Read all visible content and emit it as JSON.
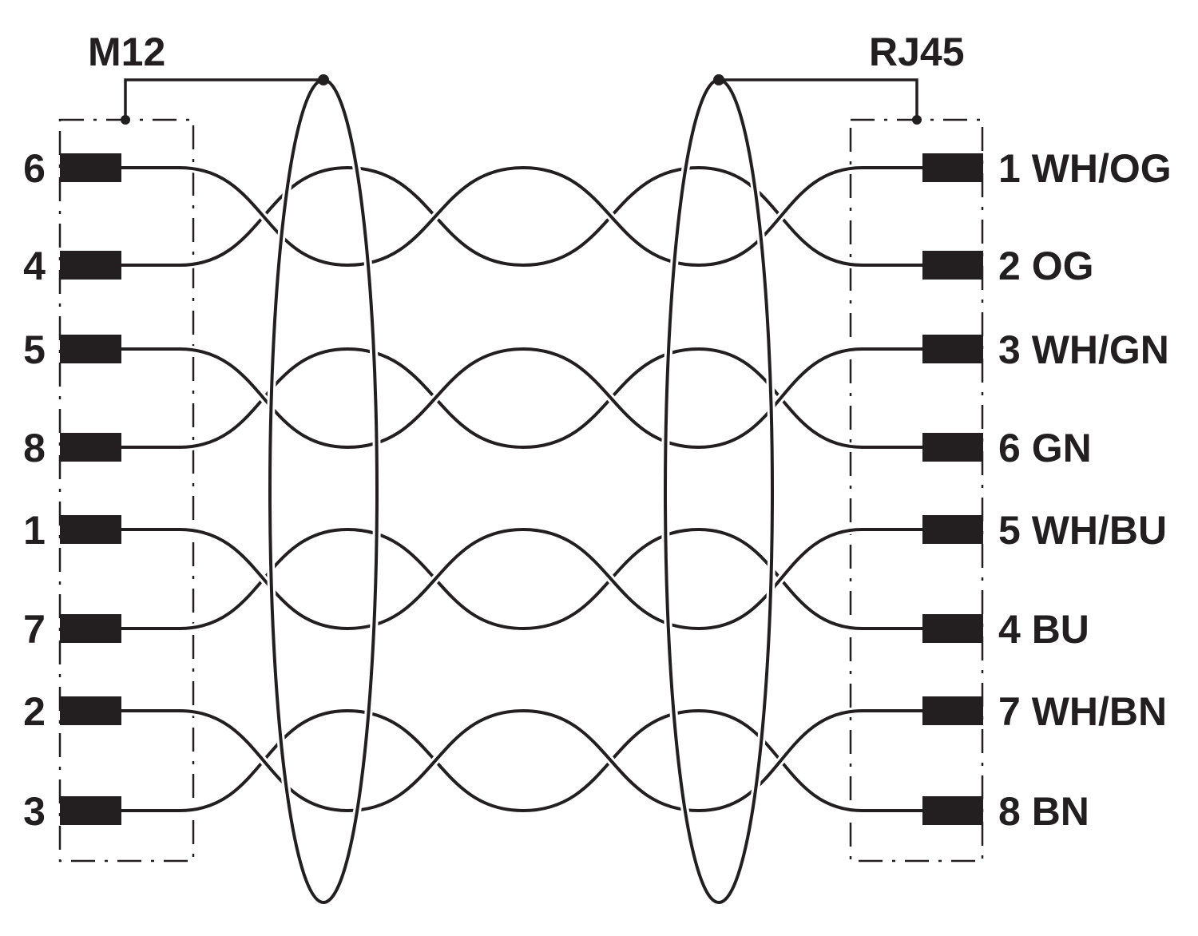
{
  "connectors": {
    "left": {
      "title": "M12"
    },
    "right": {
      "title": "RJ45"
    }
  },
  "pairs": [
    {
      "left": [
        "6",
        "4"
      ],
      "right": [
        "1 WH/OG",
        "2 OG"
      ]
    },
    {
      "left": [
        "5",
        "8"
      ],
      "right": [
        "3 WH/GN",
        "6 GN"
      ]
    },
    {
      "left": [
        "1",
        "7"
      ],
      "right": [
        "5 WH/BU",
        "4 BU"
      ]
    },
    {
      "left": [
        "2",
        "3"
      ],
      "right": [
        "7 WH/BN",
        "8 BN"
      ]
    }
  ],
  "colors": {
    "line": "#231f20",
    "halo": "#ffffff",
    "background": "#ffffff"
  }
}
